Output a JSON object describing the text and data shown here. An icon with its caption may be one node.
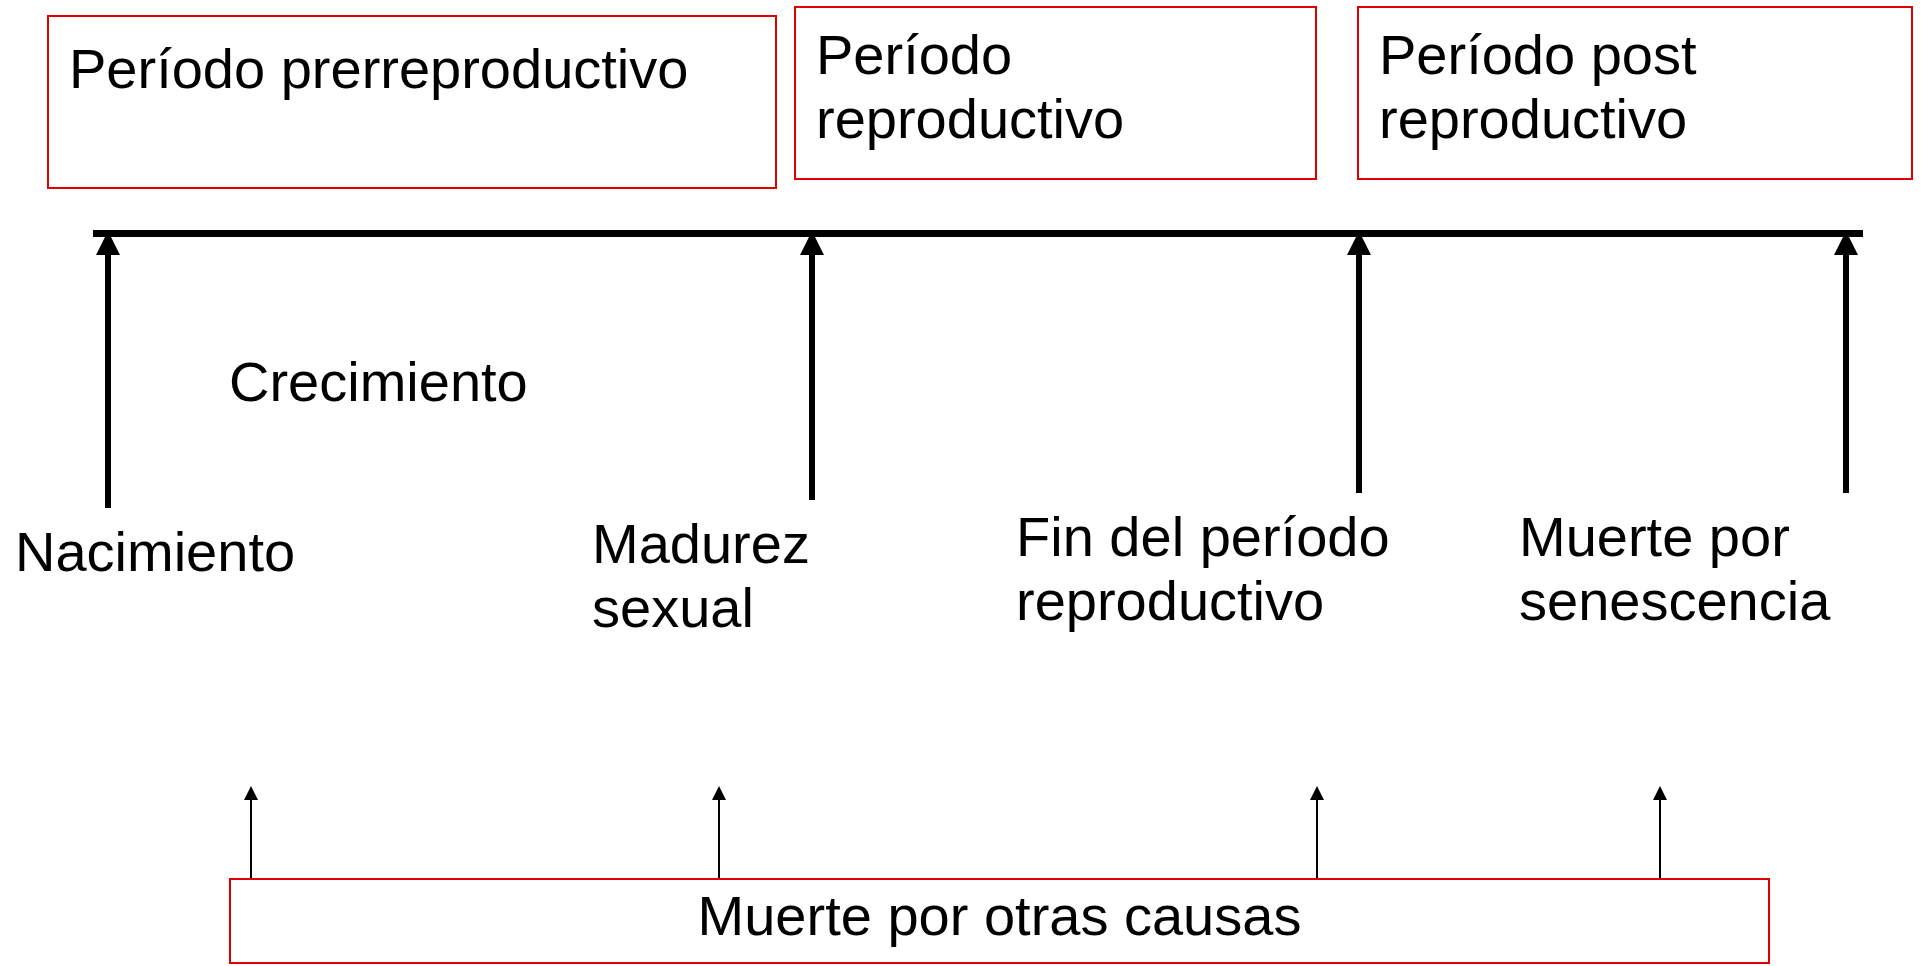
{
  "diagram": {
    "nodes": [
      {
        "text": [
          "Período prerreproductivo"
        ]
      },
      {
        "text": [
          "Período reproductivo"
        ]
      },
      {
        "text": [
          "Período post reproductivo"
        ]
      },
      {
        "text": [],
        "shape": "bar"
      },
      {
        "text": [
          "Nacimiento"
        ]
      },
      {
        "text": [
          "Madurez sexual"
        ]
      },
      {
        "text": [
          "Fin del período reproductivo"
        ]
      },
      {
        "text": [
          "Muerte por senescencia"
        ]
      },
      {
        "text": [
          "Muerte por otras causas"
        ]
      }
    ],
    "edges": [
      {
        "from": 4,
        "to": 3,
        "arrow": "to",
        "style": "thick"
      },
      {
        "from": 5,
        "to": 3,
        "arrow": "to",
        "style": "thick"
      },
      {
        "from": 6,
        "to": 3,
        "arrow": "to",
        "style": "thick"
      },
      {
        "from": 7,
        "to": 3,
        "arrow": "to",
        "style": "thick"
      },
      {
        "from": 8,
        "to": null,
        "arrow": "to"
      },
      {
        "from": 8,
        "to": null,
        "arrow": "to"
      },
      {
        "from": 8,
        "to": null,
        "arrow": "to"
      },
      {
        "from": 8,
        "to": null,
        "arrow": "to"
      }
    ],
    "labels": [
      "Crecimiento"
    ]
  }
}
